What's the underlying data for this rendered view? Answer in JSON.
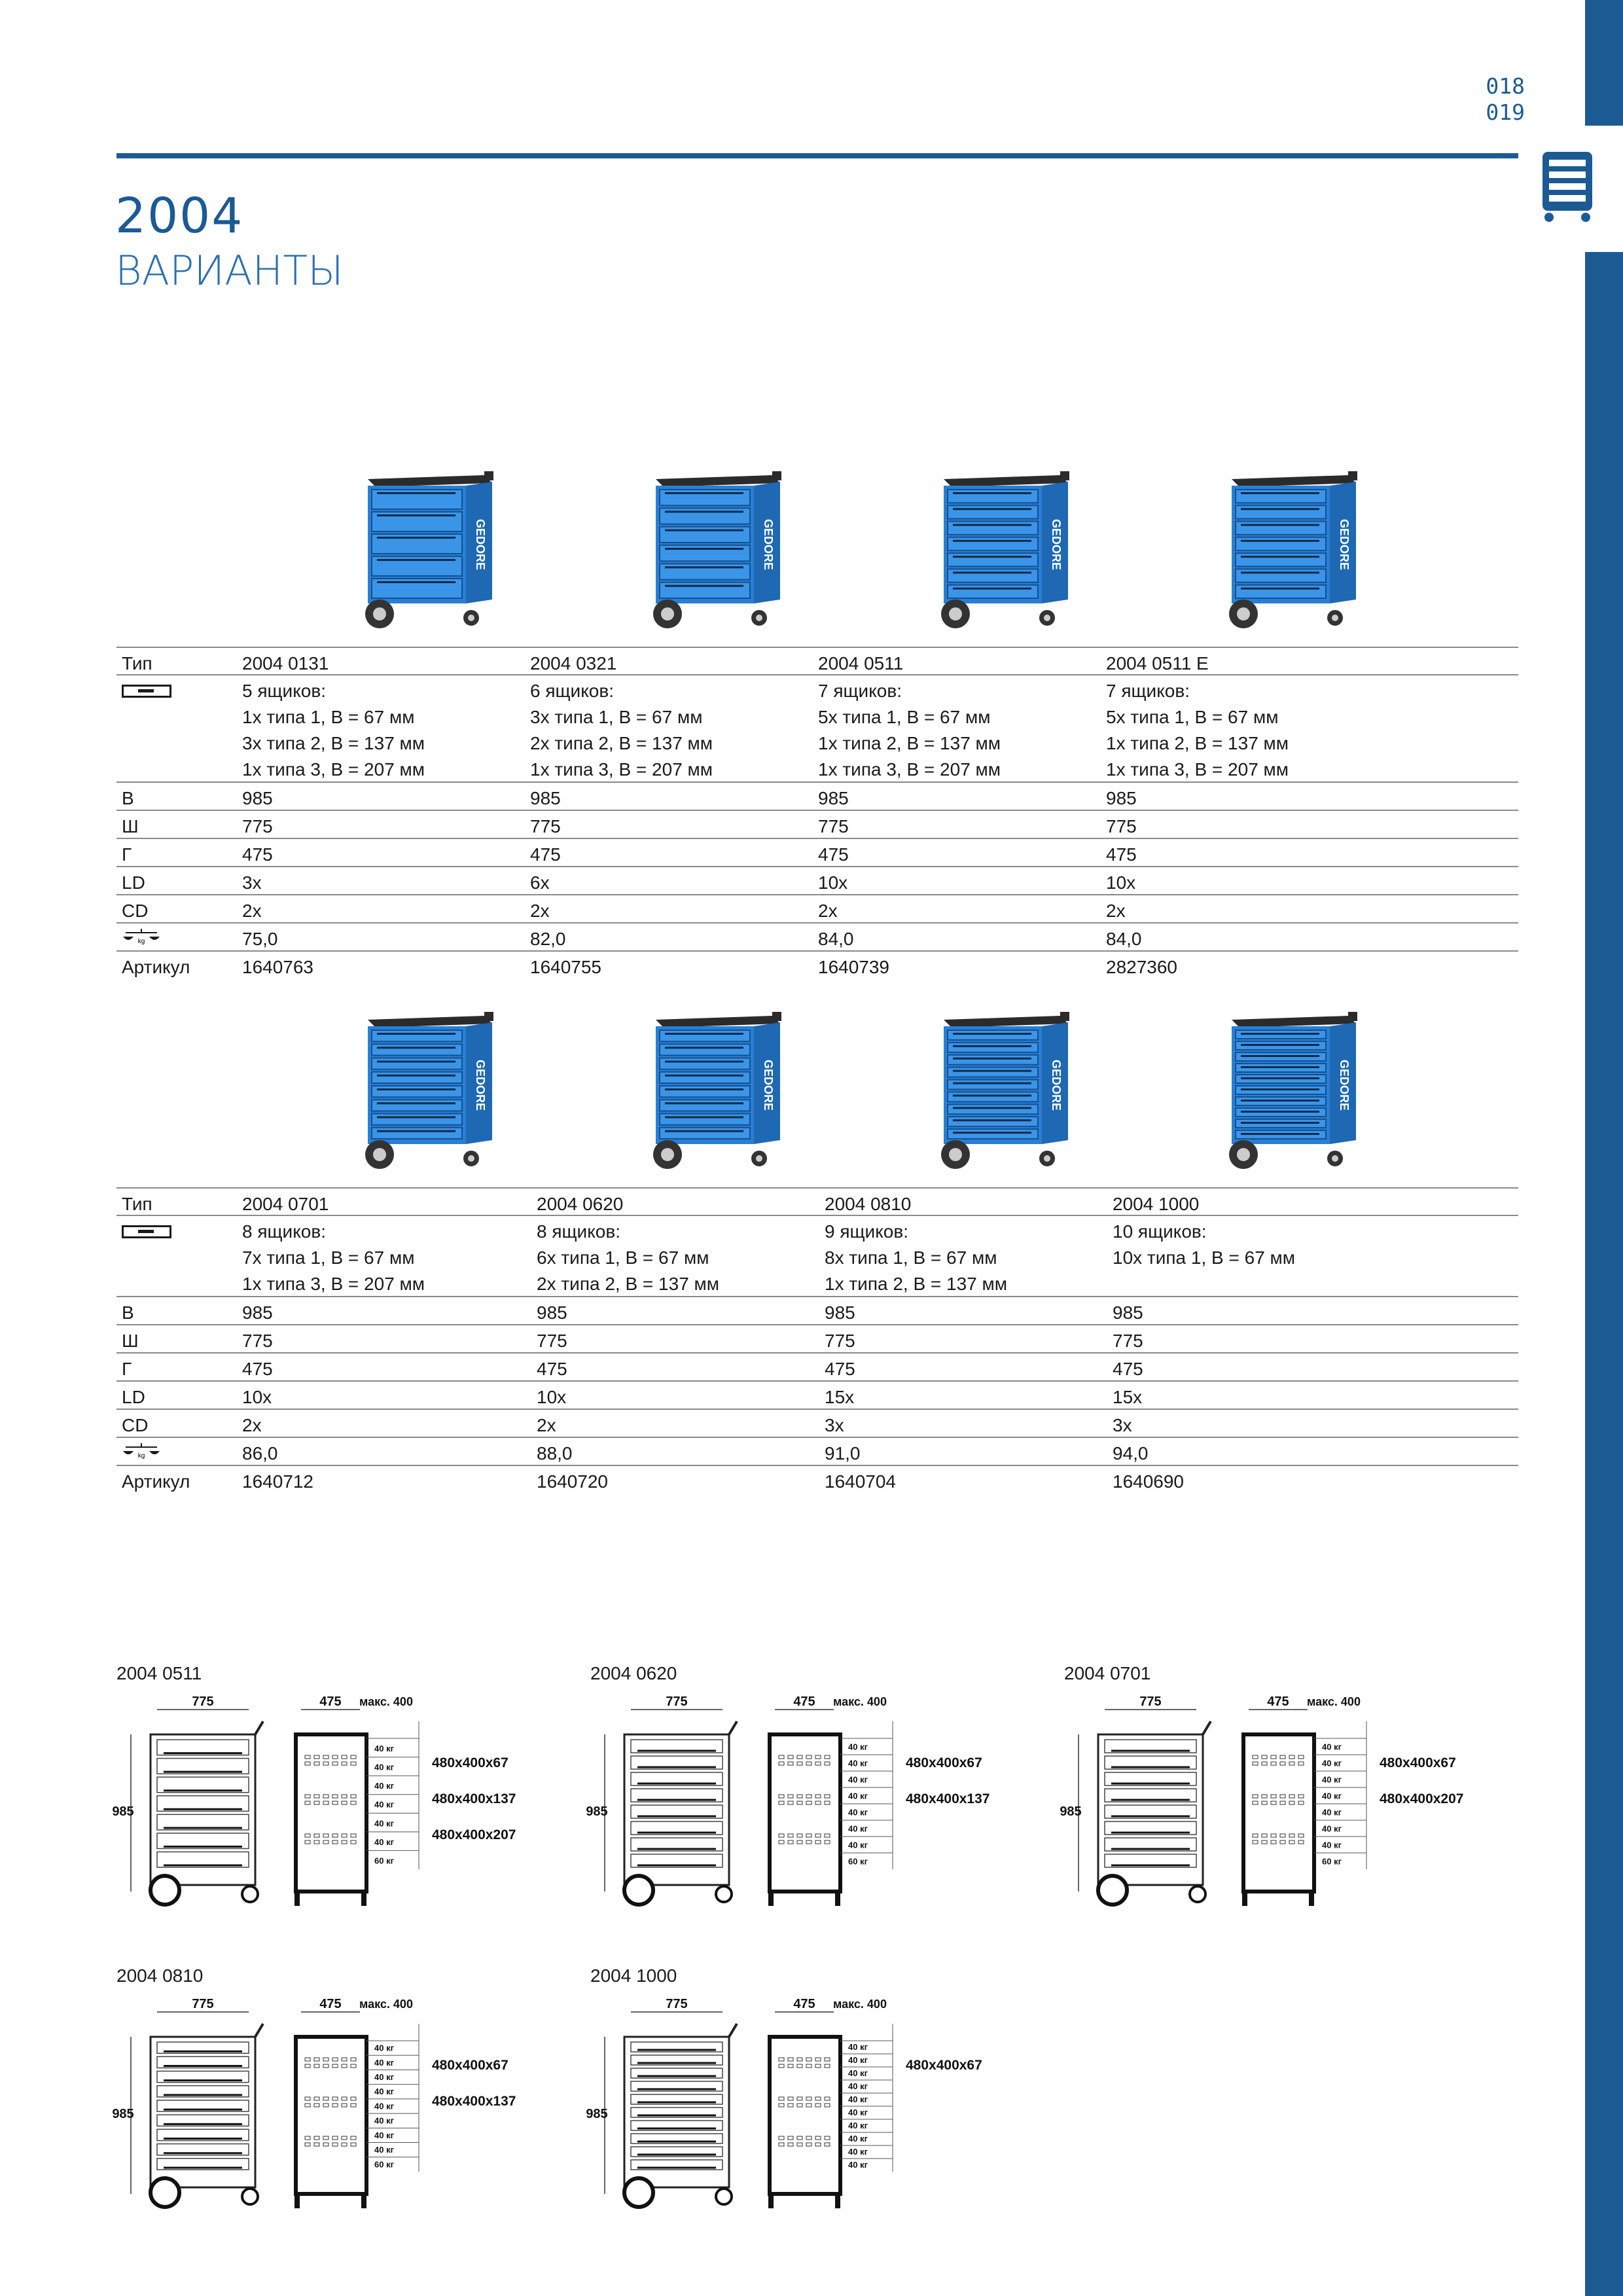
{
  "page_numbers": [
    "018",
    "019"
  ],
  "title": {
    "code": "2004",
    "subtitle": "ВАРИАНТЫ"
  },
  "row_labels": {
    "type": "Тип",
    "height": "В",
    "width": "Ш",
    "depth": "Г",
    "ld": "LD",
    "cd": "CD",
    "article": "Артикул"
  },
  "icons": {
    "drawer": "drawer-icon",
    "weight": "scale-kg-icon",
    "cart": "tool-cart-icon"
  },
  "colors": {
    "accent": "#1c5a94",
    "cart_blue": "#2a7fd4",
    "rule": "#8a8a8a"
  },
  "tables": [
    {
      "models": [
        {
          "type": "2004 0131",
          "drawers": [
            "5 ящиков:",
            "1x типа 1, B = 67 мм",
            "3x типа 2, B = 137 мм",
            "1x типа 3, B = 207 мм"
          ],
          "height": "985",
          "width": "775",
          "depth": "475",
          "ld": "3x",
          "cd": "2x",
          "weight": "75,0",
          "article": "1640763"
        },
        {
          "type": "2004 0321",
          "drawers": [
            "6 ящиков:",
            "3x типа 1, B = 67 мм",
            "2x типа 2, B = 137 мм",
            "1x типа 3, B = 207 мм"
          ],
          "height": "985",
          "width": "775",
          "depth": "475",
          "ld": "6x",
          "cd": "2x",
          "weight": "82,0",
          "article": "1640755"
        },
        {
          "type": "2004 0511",
          "drawers": [
            "7 ящиков:",
            "5x типа 1, B = 67 мм",
            "1x типа 2, B = 137 мм",
            "1x типа 3, B = 207 мм"
          ],
          "height": "985",
          "width": "775",
          "depth": "475",
          "ld": "10x",
          "cd": "2x",
          "weight": "84,0",
          "article": "1640739"
        },
        {
          "type": "2004 0511 E",
          "drawers": [
            "7 ящиков:",
            "5x типа 1, B = 67 мм",
            "1x типа 2, B = 137 мм",
            "1x типа 3, B = 207 мм"
          ],
          "height": "985",
          "width": "775",
          "depth": "475",
          "ld": "10x",
          "cd": "2x",
          "weight": "84,0",
          "article": "2827360"
        }
      ]
    },
    {
      "models": [
        {
          "type": "2004 0701",
          "drawers": [
            "8 ящиков:",
            "7x типа 1, B = 67 мм",
            "1x типа 3, B = 207 мм"
          ],
          "height": "985",
          "width": "775",
          "depth": "475",
          "ld": "10x",
          "cd": "2x",
          "weight": "86,0",
          "article": "1640712"
        },
        {
          "type": "2004 0620",
          "drawers": [
            "8 ящиков:",
            "6x типа 1, B = 67 мм",
            "2x типа 2, B = 137 мм"
          ],
          "height": "985",
          "width": "775",
          "depth": "475",
          "ld": "10x",
          "cd": "2x",
          "weight": "88,0",
          "article": "1640720"
        },
        {
          "type": "2004 0810",
          "drawers": [
            "9 ящиков:",
            "8x типа 1, B = 67 мм",
            "1x типа 2, B = 137 мм"
          ],
          "height": "985",
          "width": "775",
          "depth": "475",
          "ld": "15x",
          "cd": "3x",
          "weight": "91,0",
          "article": "1640704"
        },
        {
          "type": "2004 1000",
          "drawers": [
            "10 ящиков:",
            "10x типа 1, B = 67 мм"
          ],
          "height": "985",
          "width": "775",
          "depth": "475",
          "ld": "15x",
          "cd": "3x",
          "weight": "94,0",
          "article": "1640690"
        }
      ]
    }
  ],
  "cart_photos": [
    {
      "brand": "GEDORE",
      "drawer_count": 5
    },
    {
      "brand": "GEDORE",
      "drawer_count": 6
    },
    {
      "brand": "GEDORE",
      "drawer_count": 7
    },
    {
      "brand": "GEDORE",
      "drawer_count": 7
    },
    {
      "brand": "GEDORE",
      "drawer_count": 8
    },
    {
      "brand": "GEDORE",
      "drawer_count": 8
    },
    {
      "brand": "GEDORE",
      "drawer_count": 9
    },
    {
      "brand": "GEDORE",
      "drawer_count": 10
    }
  ],
  "drawings": [
    {
      "model": "2004 0511",
      "width": "775",
      "depth": "475",
      "height": "985",
      "max_load": "макс. 400",
      "loads": [
        "40 кг",
        "40 кг",
        "40 кг",
        "40 кг",
        "40 кг",
        "40 кг",
        "60 кг"
      ],
      "sizes": [
        "480x400x67",
        "480x400x137",
        "480x400x207"
      ],
      "drawer_count": 7
    },
    {
      "model": "2004 0620",
      "width": "775",
      "depth": "475",
      "height": "985",
      "max_load": "макс. 400",
      "loads": [
        "40 кг",
        "40 кг",
        "40 кг",
        "40 кг",
        "40 кг",
        "40 кг",
        "40 кг",
        "60 кг"
      ],
      "sizes": [
        "480x400x67",
        "480x400x137"
      ],
      "drawer_count": 8
    },
    {
      "model": "2004 0701",
      "width": "775",
      "depth": "475",
      "height": "985",
      "max_load": "макс. 400",
      "loads": [
        "40 кг",
        "40 кг",
        "40 кг",
        "40 кг",
        "40 кг",
        "40 кг",
        "40 кг",
        "60 кг"
      ],
      "sizes": [
        "480x400x67",
        "480x400x207"
      ],
      "drawer_count": 8
    },
    {
      "model": "2004 0810",
      "width": "775",
      "depth": "475",
      "height": "985",
      "max_load": "макс. 400",
      "loads": [
        "40 кг",
        "40 кг",
        "40 кг",
        "40 кг",
        "40 кг",
        "40 кг",
        "40 кг",
        "40 кг",
        "60 кг"
      ],
      "sizes": [
        "480x400x67",
        "480x400x137"
      ],
      "drawer_count": 9
    },
    {
      "model": "2004 1000",
      "width": "775",
      "depth": "475",
      "height": "985",
      "max_load": "макс. 400",
      "loads": [
        "40 кг",
        "40 кг",
        "40 кг",
        "40 кг",
        "40 кг",
        "40 кг",
        "40 кг",
        "40 кг",
        "40 кг",
        "40 кг"
      ],
      "sizes": [
        "480x400x67"
      ],
      "drawer_count": 10
    }
  ]
}
